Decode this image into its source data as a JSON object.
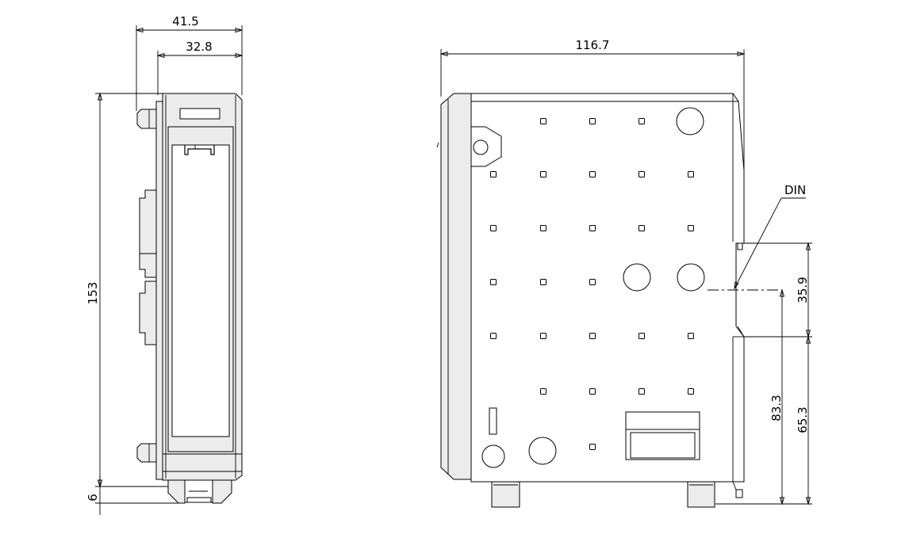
{
  "dimensions": {
    "side_total_depth": "41.5",
    "side_body_depth": "32.8",
    "height": "153",
    "foot_height": "6",
    "width": "116.7",
    "din_upper": "35.9",
    "din_center_height": "83.3",
    "din_lower": "65.3"
  },
  "labels": {
    "din": "DIN"
  }
}
